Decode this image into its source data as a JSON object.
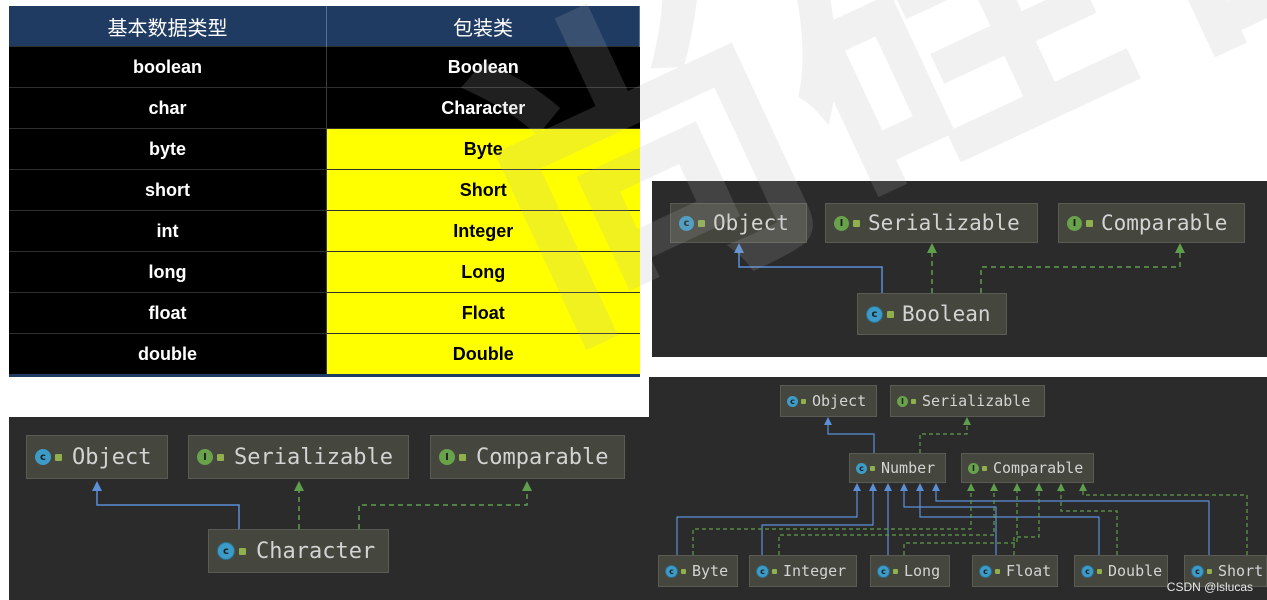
{
  "table": {
    "headers": [
      "基本数据类型",
      "包装类"
    ],
    "rows": [
      {
        "primitive": "boolean",
        "wrapper": "Boolean",
        "highlight": false
      },
      {
        "primitive": "char",
        "wrapper": "Character",
        "highlight": false
      },
      {
        "primitive": "byte",
        "wrapper": "Byte",
        "highlight": true
      },
      {
        "primitive": "short",
        "wrapper": "Short",
        "highlight": true
      },
      {
        "primitive": "int",
        "wrapper": "Integer",
        "highlight": true
      },
      {
        "primitive": "long",
        "wrapper": "Long",
        "highlight": true
      },
      {
        "primitive": "float",
        "wrapper": "Float",
        "highlight": true
      },
      {
        "primitive": "double",
        "wrapper": "Double",
        "highlight": true
      }
    ],
    "colors": {
      "header_bg": "#1f3b62",
      "row_bg": "#000000",
      "highlight_bg": "#ffff00"
    }
  },
  "boolean_diagram": {
    "object": "Object",
    "serializable": "Serializable",
    "comparable": "Comparable",
    "child": "Boolean"
  },
  "character_diagram": {
    "object": "Object",
    "serializable": "Serializable",
    "comparable": "Comparable",
    "child": "Character"
  },
  "number_diagram": {
    "object": "Object",
    "serializable": "Serializable",
    "number": "Number",
    "comparable": "Comparable",
    "children": [
      "Byte",
      "Integer",
      "Long",
      "Float",
      "Double",
      "Short"
    ]
  },
  "icons": {
    "class": "c",
    "interface": "I",
    "lock": "lock-icon"
  },
  "colors": {
    "extends_edge": "#5b8fd6",
    "implements_edge": "#5e9e4c",
    "panel_bg": "#2b2b2b",
    "node_bg": "#45463e"
  },
  "credit": "CSDN @lslucas"
}
